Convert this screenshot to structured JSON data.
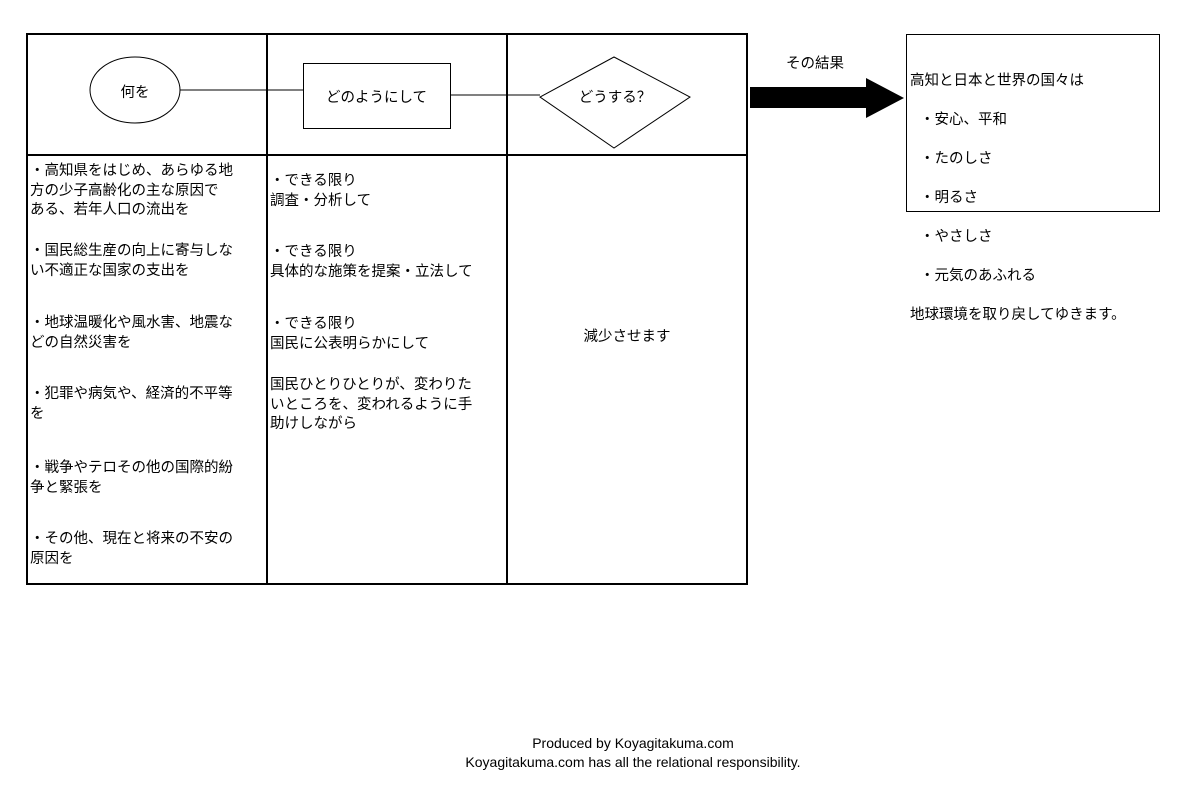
{
  "header": {
    "what": "何を",
    "how": "どのようにして",
    "do": "どうする？"
  },
  "what_items": [
    "・高知県をはじめ、あらゆる地\n方の少子高齢化の主な原因で\nある、若年人口の流出を",
    "・国民総生産の向上に寄与しな\nい不適正な国家の支出を",
    "・地球温暖化や風水害、地震な\nどの自然災害を",
    "・犯罪や病気や、経済的不平等\nを",
    "・戦争やテロその他の国際的紛\n争と緊張を",
    "・その他、現在と将来の不安の\n原因を"
  ],
  "how_items": [
    "・できる限り\n調査・分析して",
    "・できる限り\n具体的な施策を提案・立法して",
    "・できる限り\n国民に公表明らかにして",
    "国民ひとりひとりが、変わりた\nいところを、変われるように手\n助けしながら"
  ],
  "action": "減少させます",
  "result_label": "その結果",
  "result": {
    "title": "高知と日本と世界の国々は",
    "items": [
      "・安心、平和",
      "・たのしさ",
      "・明るさ",
      "・やさしさ",
      "・元気のあふれる"
    ],
    "closing": "地球環境を取り戻してゆきます。"
  },
  "footer": {
    "line1": "Produced by Koyagitakuma.com",
    "line2": "Koyagitakuma.com has all the relational responsibility."
  }
}
